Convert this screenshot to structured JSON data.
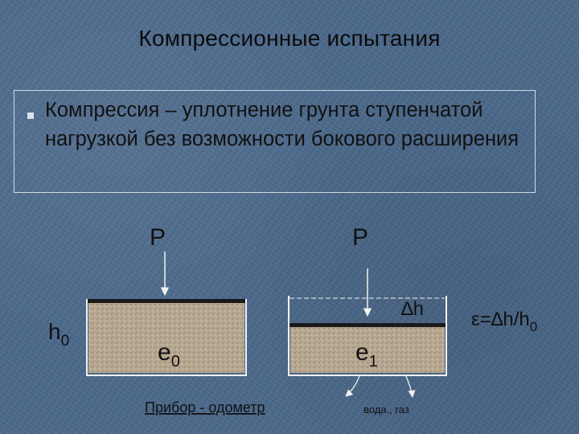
{
  "slide": {
    "title": "Компрессионные испытания",
    "bullet": "Компрессия – уплотнение грунта ступенчатой нагрузкой без возможности бокового расширения"
  },
  "diagram": {
    "load_left": "P",
    "load_right": "P",
    "height_label": "h",
    "height_sub": "0",
    "void_left": "e",
    "void_left_sub": "0",
    "void_right": "e",
    "void_right_sub": "1",
    "delta_h": "∆h",
    "formula": "ε=∆h/h",
    "formula_sub": "0",
    "device_caption": "Прибор - одометр",
    "drain_caption": "вода., газ"
  },
  "colors": {
    "background": "#4d6a8c",
    "soil": "#b5a690",
    "plate": "#1a1a1a",
    "container": "#f2f2f2"
  }
}
